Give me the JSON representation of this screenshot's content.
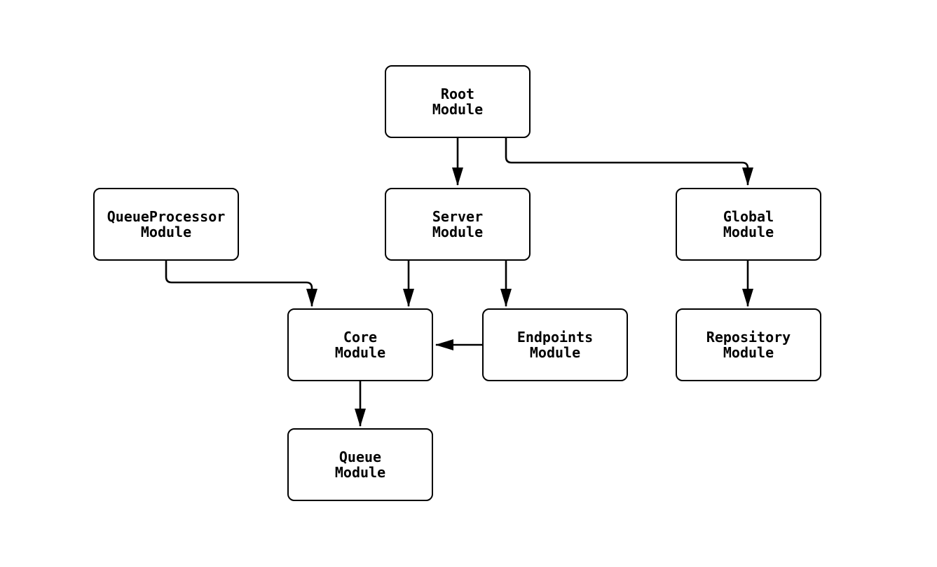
{
  "diagram": {
    "type": "module-dependency-flowchart",
    "nodes": [
      {
        "id": "root-module",
        "line1": "Root",
        "line2": "Module"
      },
      {
        "id": "queueprocessor-module",
        "line1": "QueueProcessor",
        "line2": "Module"
      },
      {
        "id": "server-module",
        "line1": "Server",
        "line2": "Module"
      },
      {
        "id": "global-module",
        "line1": "Global",
        "line2": "Module"
      },
      {
        "id": "core-module",
        "line1": "Core",
        "line2": "Module"
      },
      {
        "id": "endpoints-module",
        "line1": "Endpoints",
        "line2": "Module"
      },
      {
        "id": "repository-module",
        "line1": "Repository",
        "line2": "Module"
      },
      {
        "id": "queue-module",
        "line1": "Queue",
        "line2": "Module"
      }
    ],
    "edges": [
      {
        "from": "root-module",
        "to": "server-module"
      },
      {
        "from": "root-module",
        "to": "global-module"
      },
      {
        "from": "queueprocessor-module",
        "to": "core-module"
      },
      {
        "from": "server-module",
        "to": "core-module"
      },
      {
        "from": "server-module",
        "to": "endpoints-module"
      },
      {
        "from": "endpoints-module",
        "to": "core-module"
      },
      {
        "from": "global-module",
        "to": "repository-module"
      },
      {
        "from": "core-module",
        "to": "queue-module"
      }
    ],
    "colors": {
      "background": "#ffffff",
      "node_fill": "#ffffff",
      "node_border": "#000000",
      "text": "#000000",
      "arrow": "#000000"
    }
  }
}
